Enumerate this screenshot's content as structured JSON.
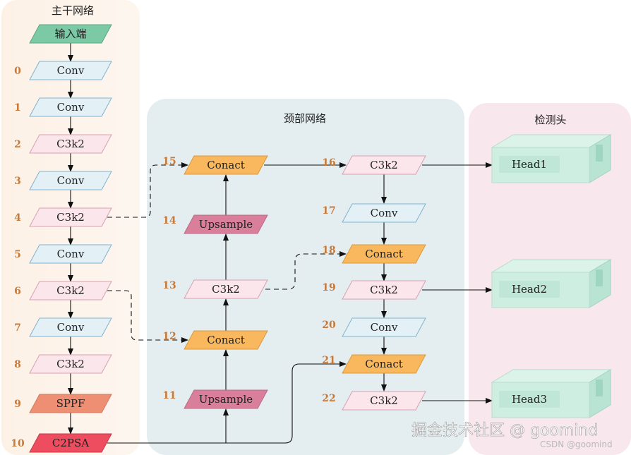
{
  "panels": {
    "backbone": "主干网络",
    "neck": "颈部网络",
    "head": "检测头"
  },
  "colors": {
    "teal": "#7cc9a6",
    "blue": "#e3f1f7",
    "pink": "#fbe6ec",
    "orange": "#f9b75e",
    "mauve": "#d97f9c",
    "salmon": "#ee8e73",
    "red": "#ee4d5f",
    "head": "#cfeee2"
  },
  "input": {
    "label": "输入端"
  },
  "backbone": [
    {
      "idx": "0",
      "label": "Conv"
    },
    {
      "idx": "1",
      "label": "Conv"
    },
    {
      "idx": "2",
      "label": "C3k2"
    },
    {
      "idx": "3",
      "label": "Conv"
    },
    {
      "idx": "4",
      "label": "C3k2"
    },
    {
      "idx": "5",
      "label": "Conv"
    },
    {
      "idx": "6",
      "label": "C3k2"
    },
    {
      "idx": "7",
      "label": "Conv"
    },
    {
      "idx": "8",
      "label": "C3k2"
    },
    {
      "idx": "9",
      "label": "SPPF"
    },
    {
      "idx": "10",
      "label": "C2PSA"
    }
  ],
  "neck_left": [
    {
      "idx": "15",
      "label": "Conact"
    },
    {
      "idx": "14",
      "label": "Upsample"
    },
    {
      "idx": "13",
      "label": "C3k2"
    },
    {
      "idx": "12",
      "label": "Conact"
    },
    {
      "idx": "11",
      "label": "Upsample"
    }
  ],
  "neck_right": [
    {
      "idx": "16",
      "label": "C3k2"
    },
    {
      "idx": "17",
      "label": "Conv"
    },
    {
      "idx": "18",
      "label": "Conact"
    },
    {
      "idx": "19",
      "label": "C3k2"
    },
    {
      "idx": "20",
      "label": "Conv"
    },
    {
      "idx": "21",
      "label": "Conact"
    },
    {
      "idx": "22",
      "label": "C3k2"
    }
  ],
  "heads": [
    "Head1",
    "Head2",
    "Head3"
  ],
  "watermark": {
    "main": "掘金技术社区 @ goomind",
    "sub": "CSDN @goomind"
  }
}
